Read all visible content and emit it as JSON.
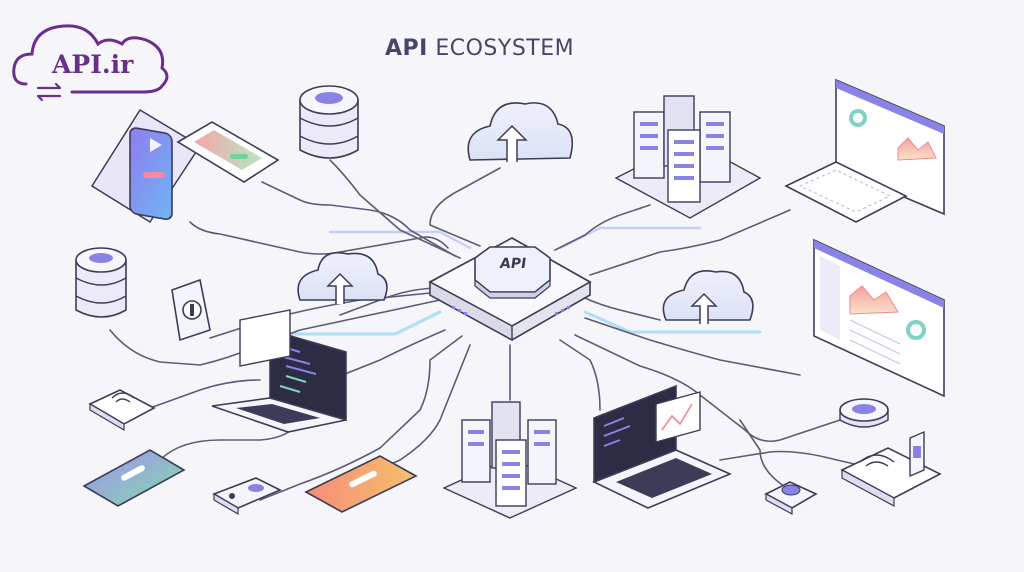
{
  "title": {
    "bold": "API",
    "rest": " ECOSYSTEM"
  },
  "logo": {
    "text": "API.ir",
    "brand_color": "#6a2f8c"
  },
  "hub": {
    "label": "API"
  },
  "colors": {
    "accent": "#8a83e6",
    "line": "#5c5c78",
    "glow": "#9fd8f5",
    "device_outline": "#3c3c58",
    "device_fill": "#ffffff"
  },
  "nodes": [
    {
      "id": "smartphone-top-left",
      "icon": "smartphone-icon"
    },
    {
      "id": "smartphone-landscape-top",
      "icon": "smartphone-icon"
    },
    {
      "id": "database-top",
      "icon": "database-icon"
    },
    {
      "id": "cloud-upload-top",
      "icon": "cloud-upload-icon"
    },
    {
      "id": "server-cluster-top",
      "icon": "server-rack-icon"
    },
    {
      "id": "dashboard-monitor-top",
      "icon": "dashboard-icon"
    },
    {
      "id": "database-left",
      "icon": "database-icon"
    },
    {
      "id": "smart-lock-left",
      "icon": "lock-icon"
    },
    {
      "id": "cloud-upload-left",
      "icon": "cloud-upload-icon"
    },
    {
      "id": "cloud-upload-right",
      "icon": "cloud-upload-icon"
    },
    {
      "id": "dashboard-monitor-right",
      "icon": "dashboard-icon"
    },
    {
      "id": "wifi-router-left",
      "icon": "router-icon"
    },
    {
      "id": "laptop-code-left",
      "icon": "laptop-icon"
    },
    {
      "id": "smartphone-bottom-left",
      "icon": "smartphone-icon"
    },
    {
      "id": "remote-sensor-bottom",
      "icon": "sensor-icon"
    },
    {
      "id": "smartphone-bottom-mid",
      "icon": "smartphone-icon"
    },
    {
      "id": "server-cluster-bottom",
      "icon": "server-rack-icon"
    },
    {
      "id": "laptop-analytics-bottom",
      "icon": "laptop-icon"
    },
    {
      "id": "smart-speaker-right",
      "icon": "speaker-icon"
    },
    {
      "id": "iot-hub-bottom-right",
      "icon": "iot-hub-icon"
    },
    {
      "id": "iot-button-bottom-right",
      "icon": "iot-button-icon"
    }
  ]
}
